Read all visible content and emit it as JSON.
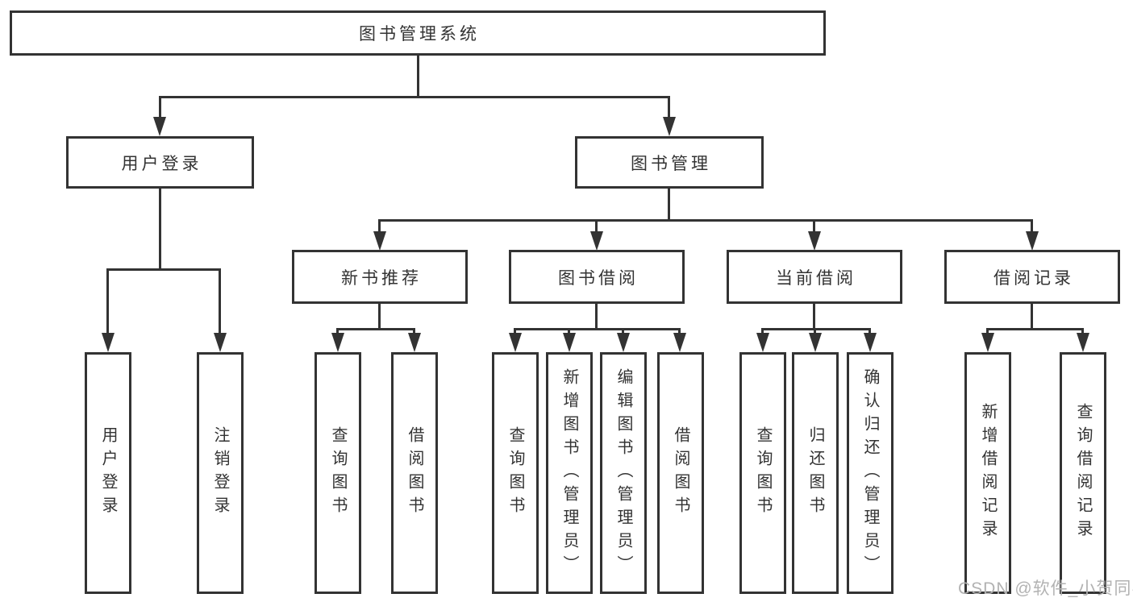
{
  "diagram": {
    "type": "tree-flowchart",
    "colors": {
      "line": "#333333",
      "text": "#333333",
      "box_background": "#ffffff",
      "watermark": "#b2b2b2",
      "background": "#ffffff"
    },
    "nodes": {
      "root": {
        "label": "图书管理系统"
      },
      "level2": [
        {
          "label": "用户登录"
        },
        {
          "label": "图书管理"
        }
      ],
      "level3": [
        {
          "label": "新书推荐",
          "parent": "图书管理"
        },
        {
          "label": "图书借阅",
          "parent": "图书管理"
        },
        {
          "label": "当前借阅",
          "parent": "图书管理"
        },
        {
          "label": "借阅记录",
          "parent": "图书管理"
        }
      ],
      "leaves": [
        {
          "label": "用户登录",
          "parent": "用户登录"
        },
        {
          "label": "注销登录",
          "parent": "用户登录"
        },
        {
          "label": "查询图书",
          "parent": "新书推荐"
        },
        {
          "label": "借阅图书",
          "parent": "新书推荐"
        },
        {
          "label": "查询图书",
          "parent": "图书借阅"
        },
        {
          "label": "新增图书（管理员）",
          "parent": "图书借阅"
        },
        {
          "label": "编辑图书（管理员）",
          "parent": "图书借阅"
        },
        {
          "label": "借阅图书",
          "parent": "图书借阅"
        },
        {
          "label": "查询图书",
          "parent": "当前借阅"
        },
        {
          "label": "归还图书",
          "parent": "当前借阅"
        },
        {
          "label": "确认归还（管理员）",
          "parent": "当前借阅"
        },
        {
          "label": "新增借阅记录",
          "parent": "借阅记录"
        },
        {
          "label": "查询借阅记录",
          "parent": "借阅记录"
        }
      ]
    },
    "watermark": "CSDN @软件_小贺同学"
  }
}
